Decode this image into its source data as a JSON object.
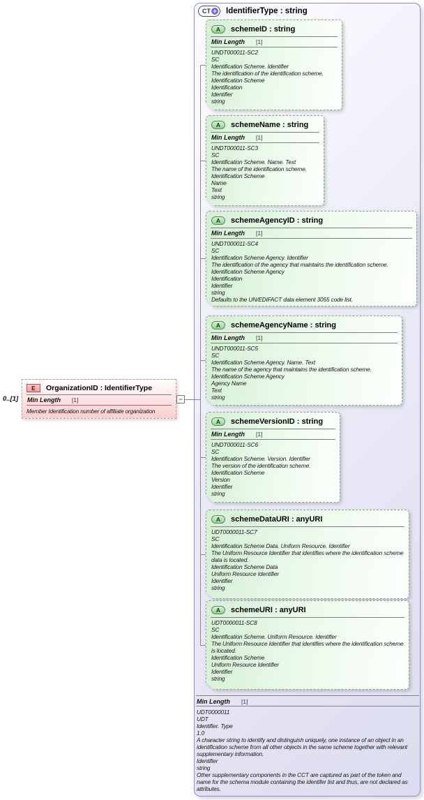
{
  "colors": {
    "container_fill": "#e6e6f6",
    "container_border": "#9494b8",
    "attribute_fill": "#ddf3dd",
    "attribute_border": "#96a096",
    "attribute_badge_green": "#8fd88f",
    "element_fill": "#f8cfcf",
    "element_border": "#c49a9a",
    "element_badge_pink": "#f59c9c",
    "ct_plus_purple": "#7a68d8",
    "connector_gray": "#8a8a8a"
  },
  "icons": {
    "ct_plus": "+",
    "collapse_minus": "−"
  },
  "element": {
    "badge": "E",
    "title": "OrganizationID : IdentifierType",
    "cardinality": "0..[1]",
    "facet": {
      "name": "Min Length",
      "value": "[1]"
    },
    "doc": "Member Identification number of affiliate organization"
  },
  "complex_type": {
    "badge": "CT",
    "title": "IdentifierType : string",
    "attributes": [
      {
        "badge": "A",
        "title": "schemeID : string",
        "facet": {
          "name": "Min Length",
          "value": "[1]"
        },
        "doc": [
          "UNDT000011-SC2",
          "SC",
          "Identification Scheme. Identifier",
          "The identification of the identification scheme.",
          "Identification Scheme",
          "Identification",
          "Identifier",
          "string"
        ]
      },
      {
        "badge": "A",
        "title": "schemeName : string",
        "facet": {
          "name": "Min Length",
          "value": "[1]"
        },
        "doc": [
          "UNDT000011-SC3",
          "SC",
          "Identification Scheme. Name. Text",
          "The name of the identification scheme.",
          "Identification Scheme",
          "Name",
          "Text",
          "string"
        ]
      },
      {
        "badge": "A",
        "title": "schemeAgencyID : string",
        "facet": {
          "name": "Min Length",
          "value": "[1]"
        },
        "doc": [
          "UNDT000011-SC4",
          "SC",
          "Identification Scheme Agency. Identifier",
          "The identification of the agency that maintains the identification scheme.",
          "Identification Scheme Agency",
          "Identification",
          "Identifier",
          "string",
          "Defaults to the UN/EDIFACT data element 3055 code list."
        ]
      },
      {
        "badge": "A",
        "title": "schemeAgencyName : string",
        "facet": {
          "name": "Min Length",
          "value": "[1]"
        },
        "doc": [
          "UNDT000011-SC5",
          "SC",
          "Identification Scheme Agency. Name. Text",
          "The name of the agency that maintains the identification scheme.",
          "Identification Scheme Agency",
          "Agency Name",
          "Text",
          "string"
        ]
      },
      {
        "badge": "A",
        "title": "schemeVersionID : string",
        "facet": {
          "name": "Min Length",
          "value": "[1]"
        },
        "doc": [
          "UNDT000011-SC6",
          "SC",
          "Identification Scheme. Version. Identifier",
          "The version of the identification scheme.",
          "Identification Scheme",
          "Version",
          "Identifier",
          "string"
        ]
      },
      {
        "badge": "A",
        "title": "schemeDataURI : anyURI",
        "facet": null,
        "doc": [
          "UDT0000011-SC7",
          "SC",
          "Identification Scheme Data. Uniform Resource. Identifier",
          "The Uniform Resource Identifier that identifies where the identification scheme data is located.",
          "Identification Scheme Data",
          "Uniform Resource Identifier",
          "Identifier",
          "string"
        ]
      },
      {
        "badge": "A",
        "title": "schemeURI : anyURI",
        "facet": null,
        "doc": [
          "UDT0000011-SC8",
          "SC",
          "Identification Scheme. Uniform Resource. Identifier",
          "The Uniform Resource Identifier that identifies where the identification scheme is located.",
          "Identification Scheme",
          "Uniform Resource Identifier",
          "Identifier",
          "string"
        ]
      }
    ],
    "facet": {
      "name": "Min Length",
      "value": "[1]"
    },
    "doc": [
      "UDT0000011",
      "UDT",
      "Identifier. Type",
      "1.0",
      "A character string to identify and distinguish uniquely, one instance of an object in an identification scheme from all other objects in the same scheme together with relevant supplementary information.",
      "Identifier",
      "string",
      "Other supplementary components in the CCT are captured as part of the token and name for the schema module containing the identifer list and thus, are not declared as attributes."
    ]
  }
}
